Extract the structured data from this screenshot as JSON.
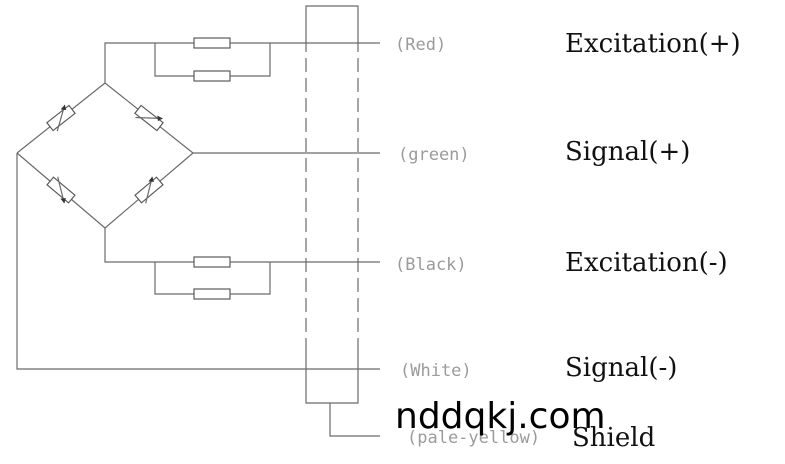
{
  "wires": [
    {
      "color_label": "(Red)",
      "function_label": "Excitation(+)"
    },
    {
      "color_label": "(green)",
      "function_label": "Signal(+)"
    },
    {
      "color_label": "(Black)",
      "function_label": "Excitation(-)"
    },
    {
      "color_label": "(White)",
      "function_label": "Signal(-)"
    },
    {
      "color_label": "(pale-yellow)",
      "function_label": "Shield"
    }
  ],
  "watermark": "nddqkj.com"
}
